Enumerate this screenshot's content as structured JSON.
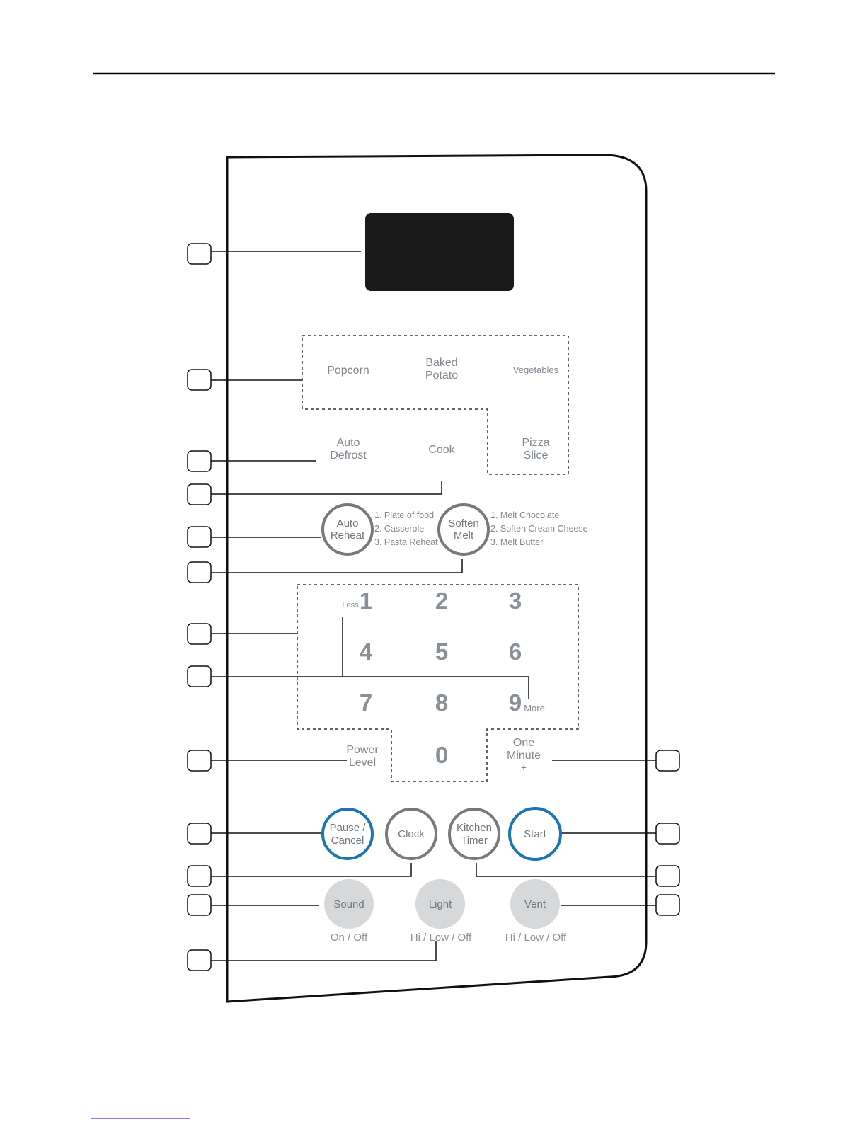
{
  "top_rule_color": "#000000",
  "footer_link_color": "#0000ee",
  "accent_color": "#1a75b0",
  "button_ring_color": "#77797c",
  "soft_button_color": "#d6d8da",
  "display_color": "#1a1a1a",
  "sensor_pad": {
    "popcorn": "Popcorn",
    "baked_potato_line1": "Baked",
    "baked_potato_line2": "Potato",
    "vegetables": "Vegetables",
    "pizza_line1": "Pizza",
    "pizza_line2": "Slice"
  },
  "auto_defrost_line1": "Auto",
  "auto_defrost_line2": "Defrost",
  "cook": "Cook",
  "auto_reheat": {
    "line1": "Auto",
    "line2": "Reheat",
    "options": [
      "1. Plate of food",
      "2. Casserole",
      "3. Pasta Reheat"
    ]
  },
  "soften_melt": {
    "line1": "Soften",
    "line2": "Melt",
    "options": [
      "1. Melt Chocolate",
      "2. Soften Cream Cheese",
      "3. Melt Butter"
    ]
  },
  "keypad": {
    "digits": [
      "1",
      "2",
      "3",
      "4",
      "5",
      "6",
      "7",
      "8",
      "9",
      "0"
    ],
    "less": "Less",
    "more": "More"
  },
  "power_level_line1": "Power",
  "power_level_line2": "Level",
  "one_minute_line1": "One",
  "one_minute_line2": "Minute",
  "one_minute_line3": "+",
  "pause_cancel_line1": "Pause /",
  "pause_cancel_line2": "Cancel",
  "clock": "Clock",
  "kitchen_timer_line1": "Kitchen",
  "kitchen_timer_line2": "Timer",
  "start": "Start",
  "sound": {
    "label": "Sound",
    "sub": "On / Off"
  },
  "light": {
    "label": "Light",
    "sub": "Hi / Low / Off"
  },
  "vent": {
    "label": "Vent",
    "sub": "Hi / Low / Off"
  }
}
